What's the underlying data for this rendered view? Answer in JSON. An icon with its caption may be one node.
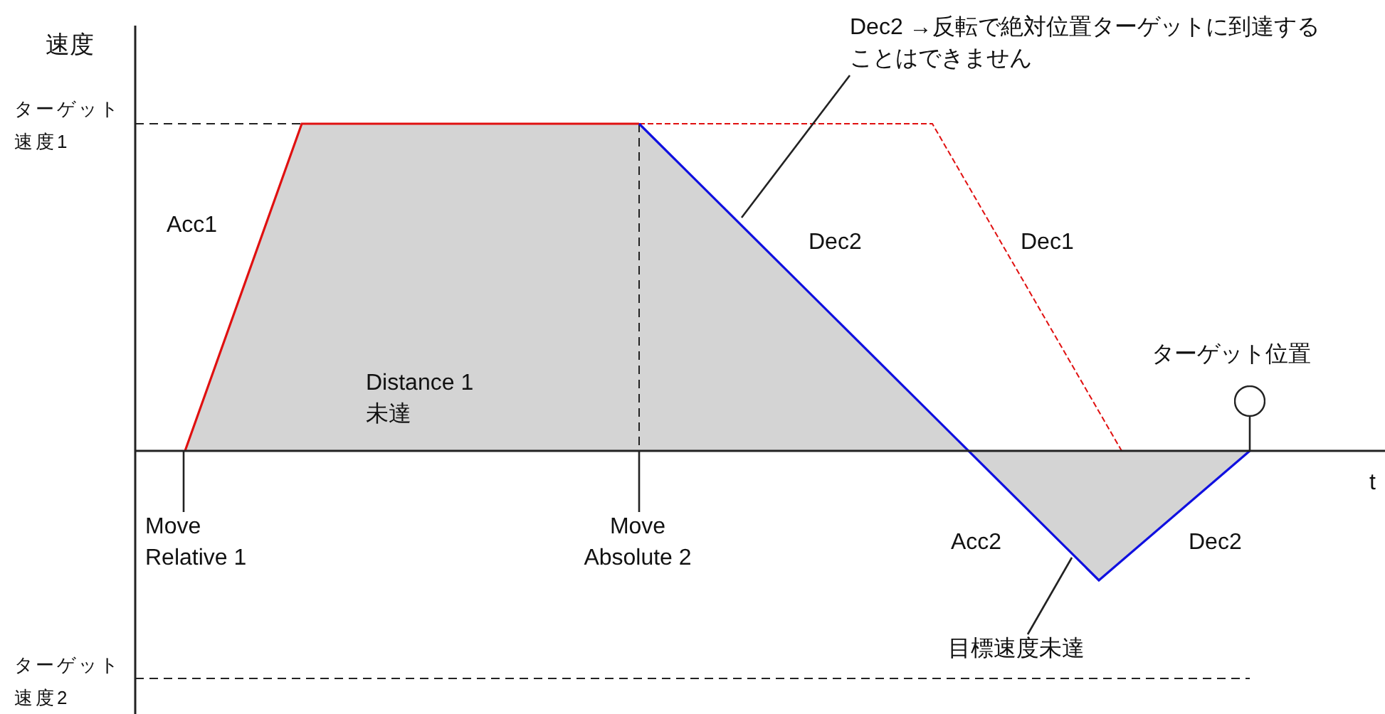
{
  "diagram": {
    "nodes": [
      {
        "text": [
          "Dec2 →反転で絶対位置ターゲットに到達することはできません"
        ]
      },
      {
        "text": [
          "Move Relative 1"
        ]
      },
      {
        "text": [
          "Move Absolute 2"
        ]
      },
      {
        "text": [],
        "shape": "circle",
        "beside": [
          "ターゲット位置"
        ]
      },
      {
        "text": [
          "目標速度未達"
        ]
      }
    ],
    "edges": [
      {
        "from": 0,
        "to": null,
        "arrow": "none"
      },
      {
        "from": 1,
        "to": null,
        "arrow": "none"
      },
      {
        "from": 2,
        "to": null,
        "arrow": "none"
      },
      {
        "from": 3,
        "to": null,
        "arrow": "none"
      },
      {
        "from": 4,
        "to": null,
        "arrow": "none"
      }
    ],
    "labels": [
      "速度",
      "ターゲット速度1",
      "Acc1",
      "Dec2",
      "Dec1",
      "Distance 1 未達",
      "t",
      "Acc2",
      "Dec2",
      "ターゲット速度2"
    ]
  }
}
